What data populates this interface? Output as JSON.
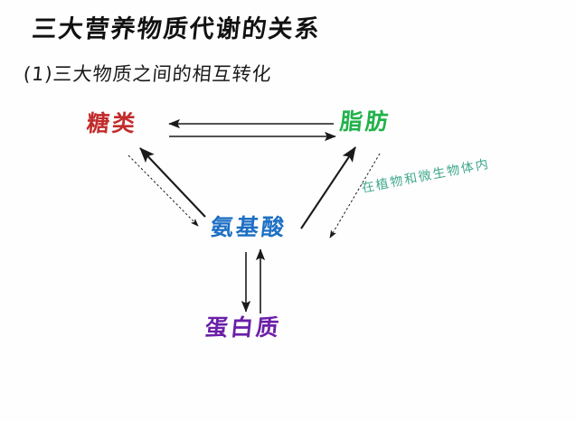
{
  "heading": {
    "title": "三大营养物质代谢的关系",
    "subtitle": "(1)三大物质之间的相互转化"
  },
  "diagram": {
    "nodes": [
      {
        "id": "sugar",
        "label": "糖类",
        "color": "#c22b2b"
      },
      {
        "id": "fat",
        "label": "脂肪",
        "color": "#21b24b"
      },
      {
        "id": "amino",
        "label": "氨基酸",
        "color": "#1d6fc4"
      },
      {
        "id": "protein",
        "label": "蛋白质",
        "color": "#6b1fa8"
      }
    ],
    "annotation": {
      "text": "在植物和微生物体内",
      "color": "#3fa88c"
    },
    "arrows": [
      {
        "from": "fat",
        "to": "sugar",
        "style": "solid",
        "orientation": "horizontal-top"
      },
      {
        "from": "sugar",
        "to": "fat",
        "style": "solid",
        "orientation": "horizontal-bottom"
      },
      {
        "from": "amino",
        "to": "sugar",
        "style": "solid",
        "orientation": "diagonal-left-up"
      },
      {
        "from": "sugar",
        "to": "amino",
        "style": "dotted",
        "orientation": "diagonal-left-down"
      },
      {
        "from": "amino",
        "to": "fat",
        "style": "solid",
        "orientation": "diagonal-right-up"
      },
      {
        "from": "fat",
        "to": "amino",
        "style": "dotted",
        "orientation": "diagonal-right-down"
      },
      {
        "from": "amino",
        "to": "protein",
        "style": "solid",
        "orientation": "vertical-down"
      },
      {
        "from": "protein",
        "to": "amino",
        "style": "solid",
        "orientation": "vertical-up"
      }
    ],
    "arrow_color": "#1a1a1a"
  }
}
